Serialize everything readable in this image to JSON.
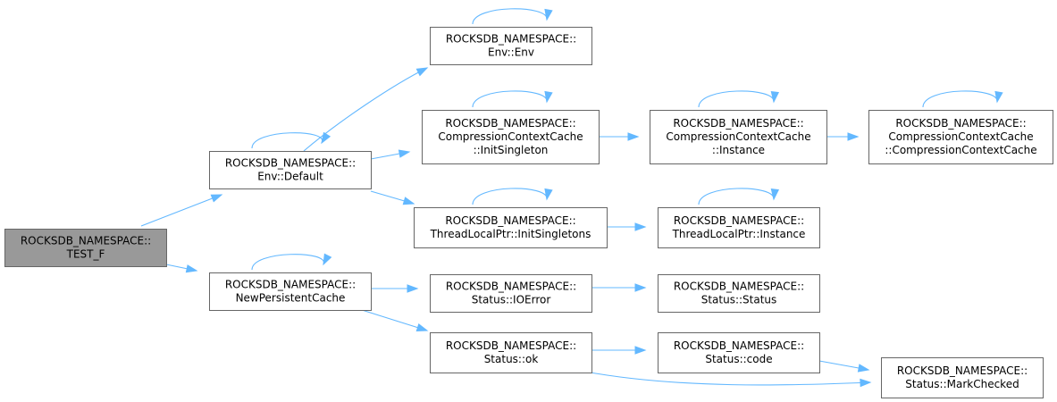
{
  "nodes": [
    {
      "id": "test_f",
      "line1": "ROCKSDB_NAMESPACE::",
      "line2": "TEST_F",
      "highlight": true
    },
    {
      "id": "env_default",
      "line1": "ROCKSDB_NAMESPACE::",
      "line2": "Env::Default"
    },
    {
      "id": "new_persistent_cache",
      "line1": "ROCKSDB_NAMESPACE::",
      "line2": "NewPersistentCache"
    },
    {
      "id": "env_env",
      "line1": "ROCKSDB_NAMESPACE::",
      "line2": "Env::Env"
    },
    {
      "id": "ccc_init_singleton",
      "line1": "ROCKSDB_NAMESPACE::",
      "line2": "CompressionContextCache",
      "line3": "::InitSingleton"
    },
    {
      "id": "tlp_init_singletons",
      "line1": "ROCKSDB_NAMESPACE::",
      "line2": "ThreadLocalPtr::InitSingletons"
    },
    {
      "id": "status_ioerror",
      "line1": "ROCKSDB_NAMESPACE::",
      "line2": "Status::IOError"
    },
    {
      "id": "status_ok",
      "line1": "ROCKSDB_NAMESPACE::",
      "line2": "Status::ok"
    },
    {
      "id": "ccc_instance",
      "line1": "ROCKSDB_NAMESPACE::",
      "line2": "CompressionContextCache",
      "line3": "::Instance"
    },
    {
      "id": "tlp_instance",
      "line1": "ROCKSDB_NAMESPACE::",
      "line2": "ThreadLocalPtr::Instance"
    },
    {
      "id": "status_status",
      "line1": "ROCKSDB_NAMESPACE::",
      "line2": "Status::Status"
    },
    {
      "id": "status_code",
      "line1": "ROCKSDB_NAMESPACE::",
      "line2": "Status::code"
    },
    {
      "id": "ccc_ctor",
      "line1": "ROCKSDB_NAMESPACE::",
      "line2": "CompressionContextCache",
      "line3": "::CompressionContextCache"
    },
    {
      "id": "status_mark_checked",
      "line1": "ROCKSDB_NAMESPACE::",
      "line2": "Status::MarkChecked"
    }
  ],
  "edges": [
    {
      "from": "test_f",
      "to": "env_default"
    },
    {
      "from": "test_f",
      "to": "new_persistent_cache"
    },
    {
      "from": "env_default",
      "to": "env_default"
    },
    {
      "from": "env_default",
      "to": "env_env"
    },
    {
      "from": "env_default",
      "to": "ccc_init_singleton"
    },
    {
      "from": "env_default",
      "to": "tlp_init_singletons"
    },
    {
      "from": "env_env",
      "to": "env_env"
    },
    {
      "from": "ccc_init_singleton",
      "to": "ccc_init_singleton"
    },
    {
      "from": "ccc_init_singleton",
      "to": "ccc_instance"
    },
    {
      "from": "ccc_instance",
      "to": "ccc_instance"
    },
    {
      "from": "ccc_instance",
      "to": "ccc_ctor"
    },
    {
      "from": "ccc_ctor",
      "to": "ccc_ctor"
    },
    {
      "from": "tlp_init_singletons",
      "to": "tlp_init_singletons"
    },
    {
      "from": "tlp_init_singletons",
      "to": "tlp_instance"
    },
    {
      "from": "tlp_instance",
      "to": "tlp_instance"
    },
    {
      "from": "new_persistent_cache",
      "to": "new_persistent_cache"
    },
    {
      "from": "new_persistent_cache",
      "to": "status_ioerror"
    },
    {
      "from": "new_persistent_cache",
      "to": "status_ok"
    },
    {
      "from": "status_ioerror",
      "to": "status_status"
    },
    {
      "from": "status_ok",
      "to": "status_code"
    },
    {
      "from": "status_ok",
      "to": "status_mark_checked"
    },
    {
      "from": "status_code",
      "to": "status_mark_checked"
    }
  ],
  "colors": {
    "edge": "#63b8ff",
    "node_border": "#666666",
    "root_fill": "#999999",
    "node_fill": "#ffffff"
  }
}
